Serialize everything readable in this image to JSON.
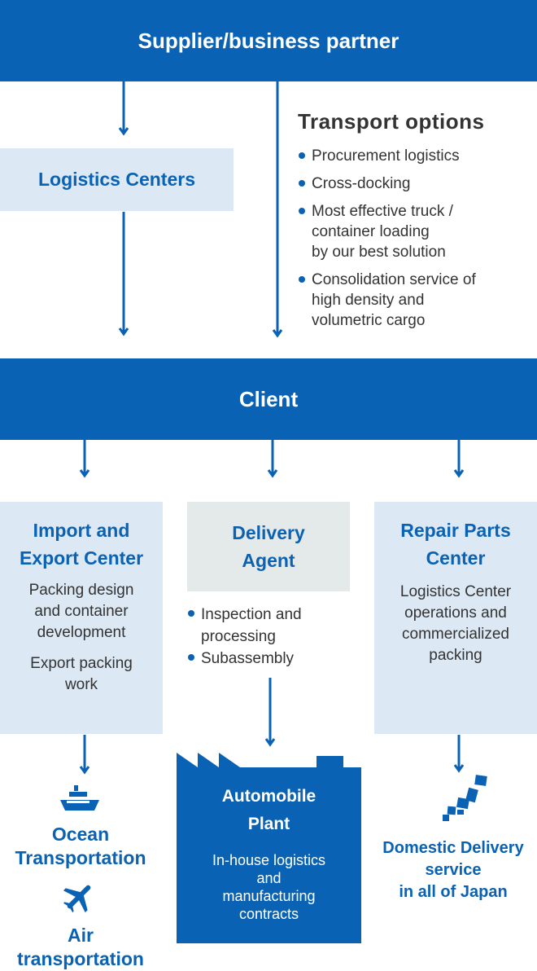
{
  "top_band": {
    "label": "Supplier/business partner"
  },
  "logistics_centers": {
    "label": "Logistics Centers"
  },
  "transport_options": {
    "title": "Transport options",
    "items": [
      "Procurement logistics",
      "Cross-docking",
      "Most effective truck /\ncontainer loading\nby our best solution",
      "Consolidation service of\nhigh density and\nvolumetric cargo"
    ]
  },
  "client_band": {
    "label": "Client"
  },
  "import_export": {
    "title": "Import and\nExport Center",
    "desc1": "Packing design\nand container\ndevelopment",
    "desc2": "Export packing\nwork"
  },
  "delivery_agent": {
    "title": "Delivery\nAgent",
    "items": [
      "Inspection and\nprocessing",
      "Subassembly"
    ]
  },
  "repair_parts": {
    "title": "Repair Parts\nCenter",
    "desc": "Logistics Center\noperations and\ncommercialized\npacking"
  },
  "ocean": {
    "label": "Ocean\nTransportation",
    "icon": "ship-icon"
  },
  "air": {
    "label": "Air\ntransportation",
    "icon": "airplane-icon"
  },
  "automobile_plant": {
    "title": "Automobile\nPlant",
    "desc": "In-house logistics\nand\nmanufacturing\ncontracts",
    "icon": "factory-icon"
  },
  "domestic": {
    "label": "Domestic Delivery\nservice\nin all of Japan",
    "icon": "japan-map-icon"
  },
  "colors": {
    "primary": "#0a62b4",
    "light_box": "#dce9f5",
    "grey_box": "#e4e9e9",
    "text": "#333333"
  }
}
